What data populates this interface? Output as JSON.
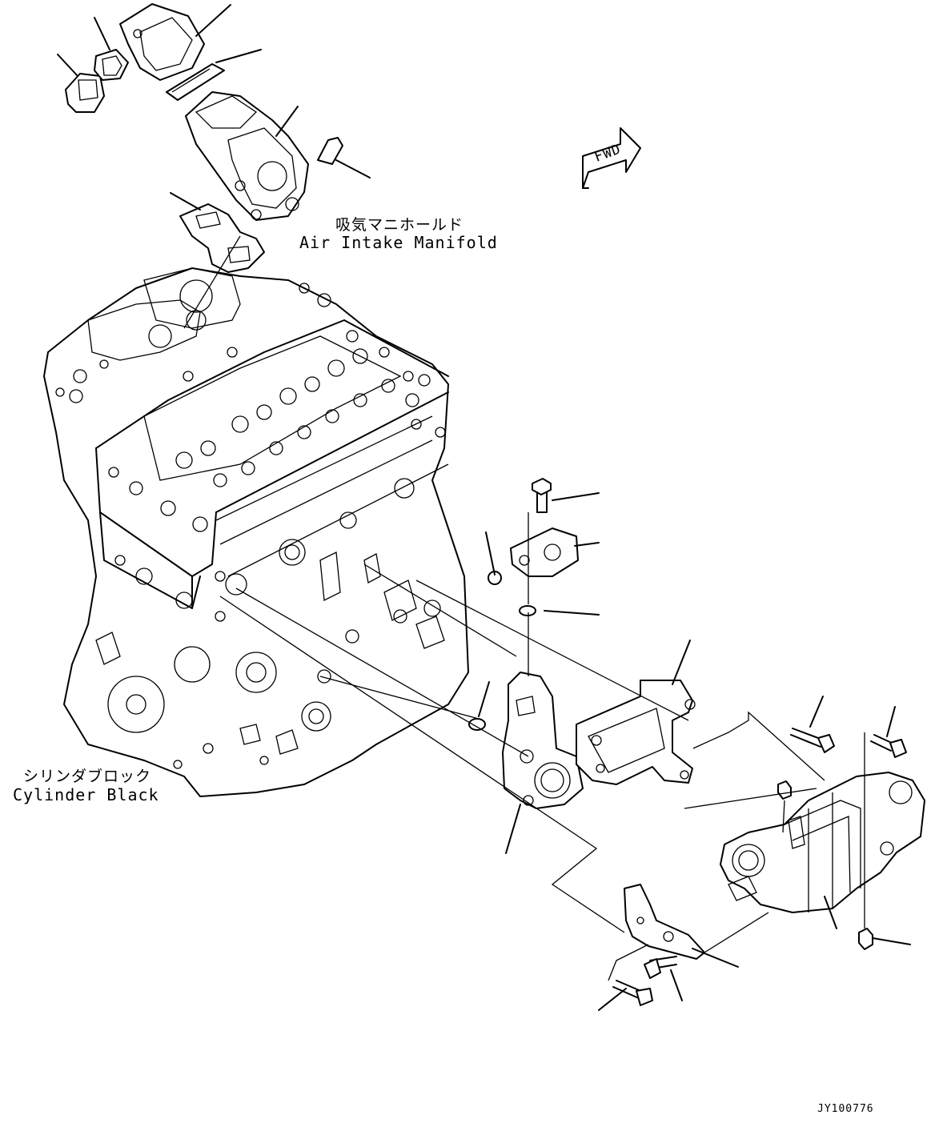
{
  "labels": {
    "manifold_jp": "吸気マニホールド",
    "manifold_en": "Air Intake Manifold",
    "block_jp": "シリンダブロック",
    "block_en": "Cylinder Black",
    "fwd": "FWD"
  },
  "drawing_code": "JY100776"
}
